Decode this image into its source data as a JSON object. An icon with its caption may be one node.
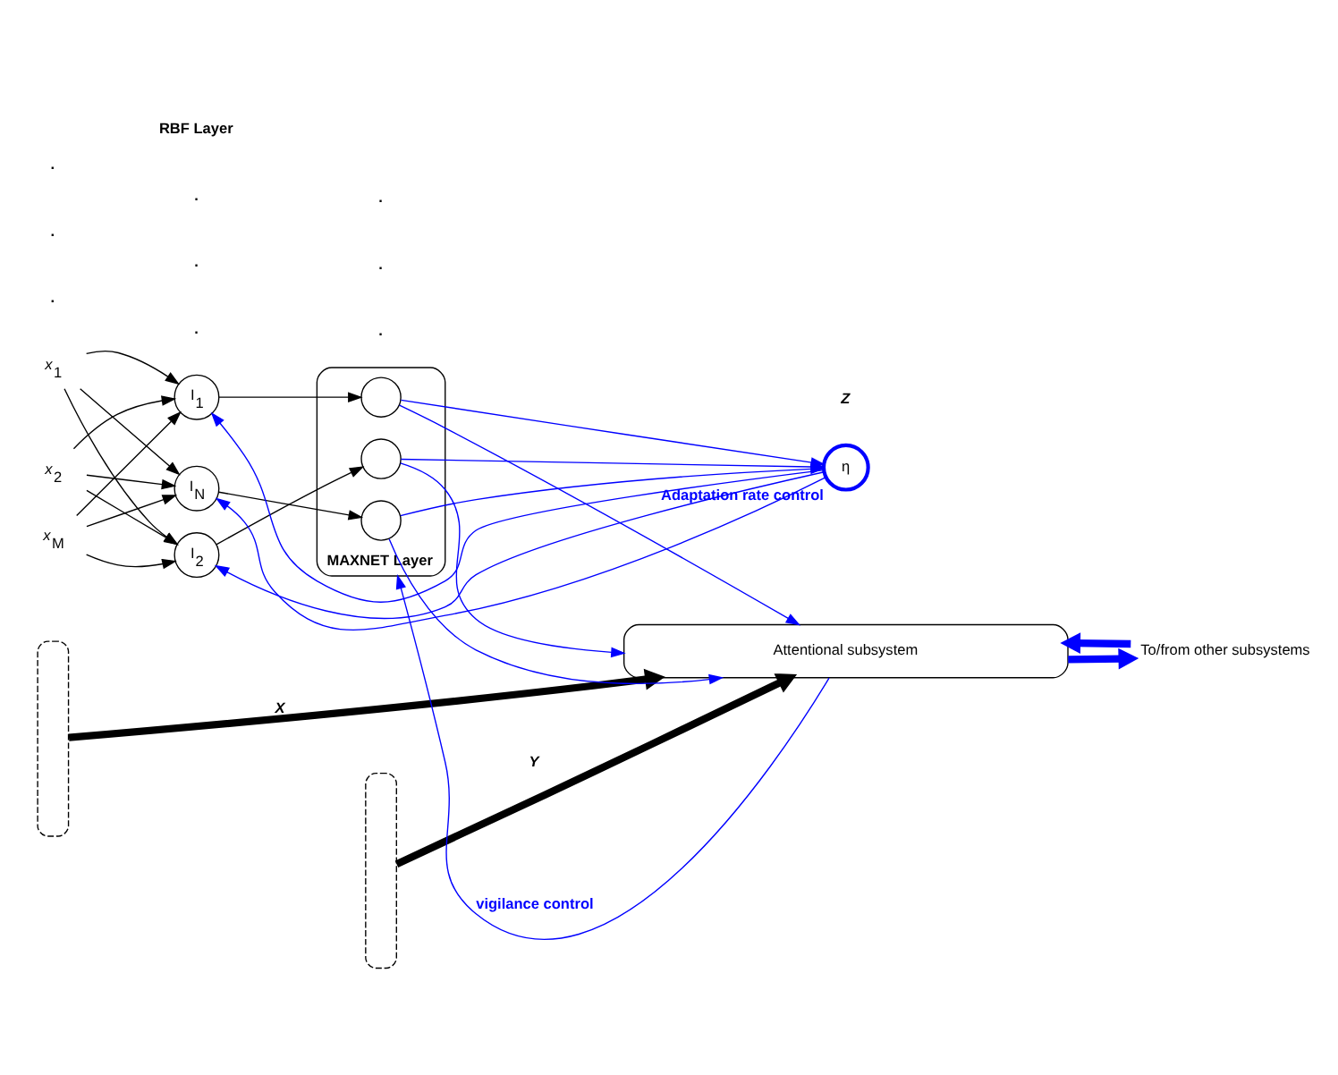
{
  "diagram": {
    "nodes": [
      {
        "text": [
          "*x*$_{1}$"
        ]
      },
      {
        "text": [
          "*x*$_{2}$"
        ]
      },
      {
        "text": [
          "*x*$_{M}$"
        ]
      },
      {
        "text": [],
        "shape": "box"
      },
      {
        "text": [
          "I$_{1}$"
        ]
      },
      {
        "text": [
          "I$_{2}$"
        ]
      },
      {
        "text": [
          "I$_{N}$"
        ]
      },
      {
        "text": [],
        "shape": "box"
      },
      {
        "text": [
          "MAXNET Layer"
        ]
      },
      {
        "text": [],
        "shape": "circle",
        "in": 8
      },
      {
        "text": [],
        "shape": "circle",
        "in": 8
      },
      {
        "text": [],
        "shape": "circle",
        "in": 8
      },
      {
        "text": [
          "η"
        ],
        "beside": [
          "Adaptation rate control"
        ]
      },
      {
        "text": [
          "Attentional subsystem"
        ]
      },
      {
        "text": [
          "To/from other subsystems"
        ]
      }
    ],
    "edges": [
      {
        "from": 0,
        "to": 4,
        "arrow": "to"
      },
      {
        "from": 0,
        "to": 5,
        "arrow": "to"
      },
      {
        "from": 0,
        "to": 6,
        "arrow": "to"
      },
      {
        "from": 1,
        "to": 4,
        "arrow": "to"
      },
      {
        "from": 1,
        "to": 5,
        "arrow": "to"
      },
      {
        "from": 1,
        "to": 6,
        "arrow": "to"
      },
      {
        "from": 2,
        "to": 4,
        "arrow": "to"
      },
      {
        "from": 2,
        "to": 5,
        "arrow": "to"
      },
      {
        "from": 2,
        "to": 6,
        "arrow": "to"
      },
      {
        "from": 4,
        "to": 9,
        "arrow": "to"
      },
      {
        "from": 5,
        "to": 10,
        "arrow": "to"
      },
      {
        "from": 6,
        "to": 11,
        "arrow": "to"
      },
      {
        "from": 9,
        "to": 12,
        "arrow": "to",
        "color": "#0000ff"
      },
      {
        "from": 10,
        "to": 12,
        "arrow": "to",
        "color": "#0000ff"
      },
      {
        "from": 11,
        "to": 12,
        "arrow": "to",
        "color": "#0000ff"
      },
      {
        "from": 9,
        "to": 13,
        "arrow": "to",
        "color": "#0000ff"
      },
      {
        "from": 10,
        "to": 13,
        "arrow": "to",
        "color": "#0000ff"
      },
      {
        "from": 11,
        "to": 13,
        "arrow": "to",
        "color": "#0000ff"
      },
      {
        "from": 12,
        "to": 4,
        "arrow": "to",
        "color": "#0000ff"
      },
      {
        "from": 12,
        "to": 5,
        "arrow": "to",
        "color": "#0000ff"
      },
      {
        "from": 12,
        "to": 6,
        "arrow": "to",
        "color": "#0000ff"
      },
      {
        "from": 3,
        "to": 13,
        "arrow": "to",
        "style": "thick",
        "label": "*X*"
      },
      {
        "from": 7,
        "to": 13,
        "arrow": "to",
        "style": "thick",
        "label": "*Y*"
      },
      {
        "from": 13,
        "to": 8,
        "arrow": "to",
        "color": "#0000ff",
        "label": "vigilance control"
      },
      {
        "from": 13,
        "to": 14,
        "arrow": "to",
        "style": "thick",
        "color": "#0000ff"
      },
      {
        "from": 14,
        "to": 13,
        "arrow": "to",
        "style": "thick",
        "color": "#0000ff"
      }
    ],
    "labels": [
      ".",
      ".",
      ".",
      ".",
      ".",
      ".",
      ".",
      ".",
      ".",
      "RBF Layer",
      "*Z*"
    ]
  }
}
